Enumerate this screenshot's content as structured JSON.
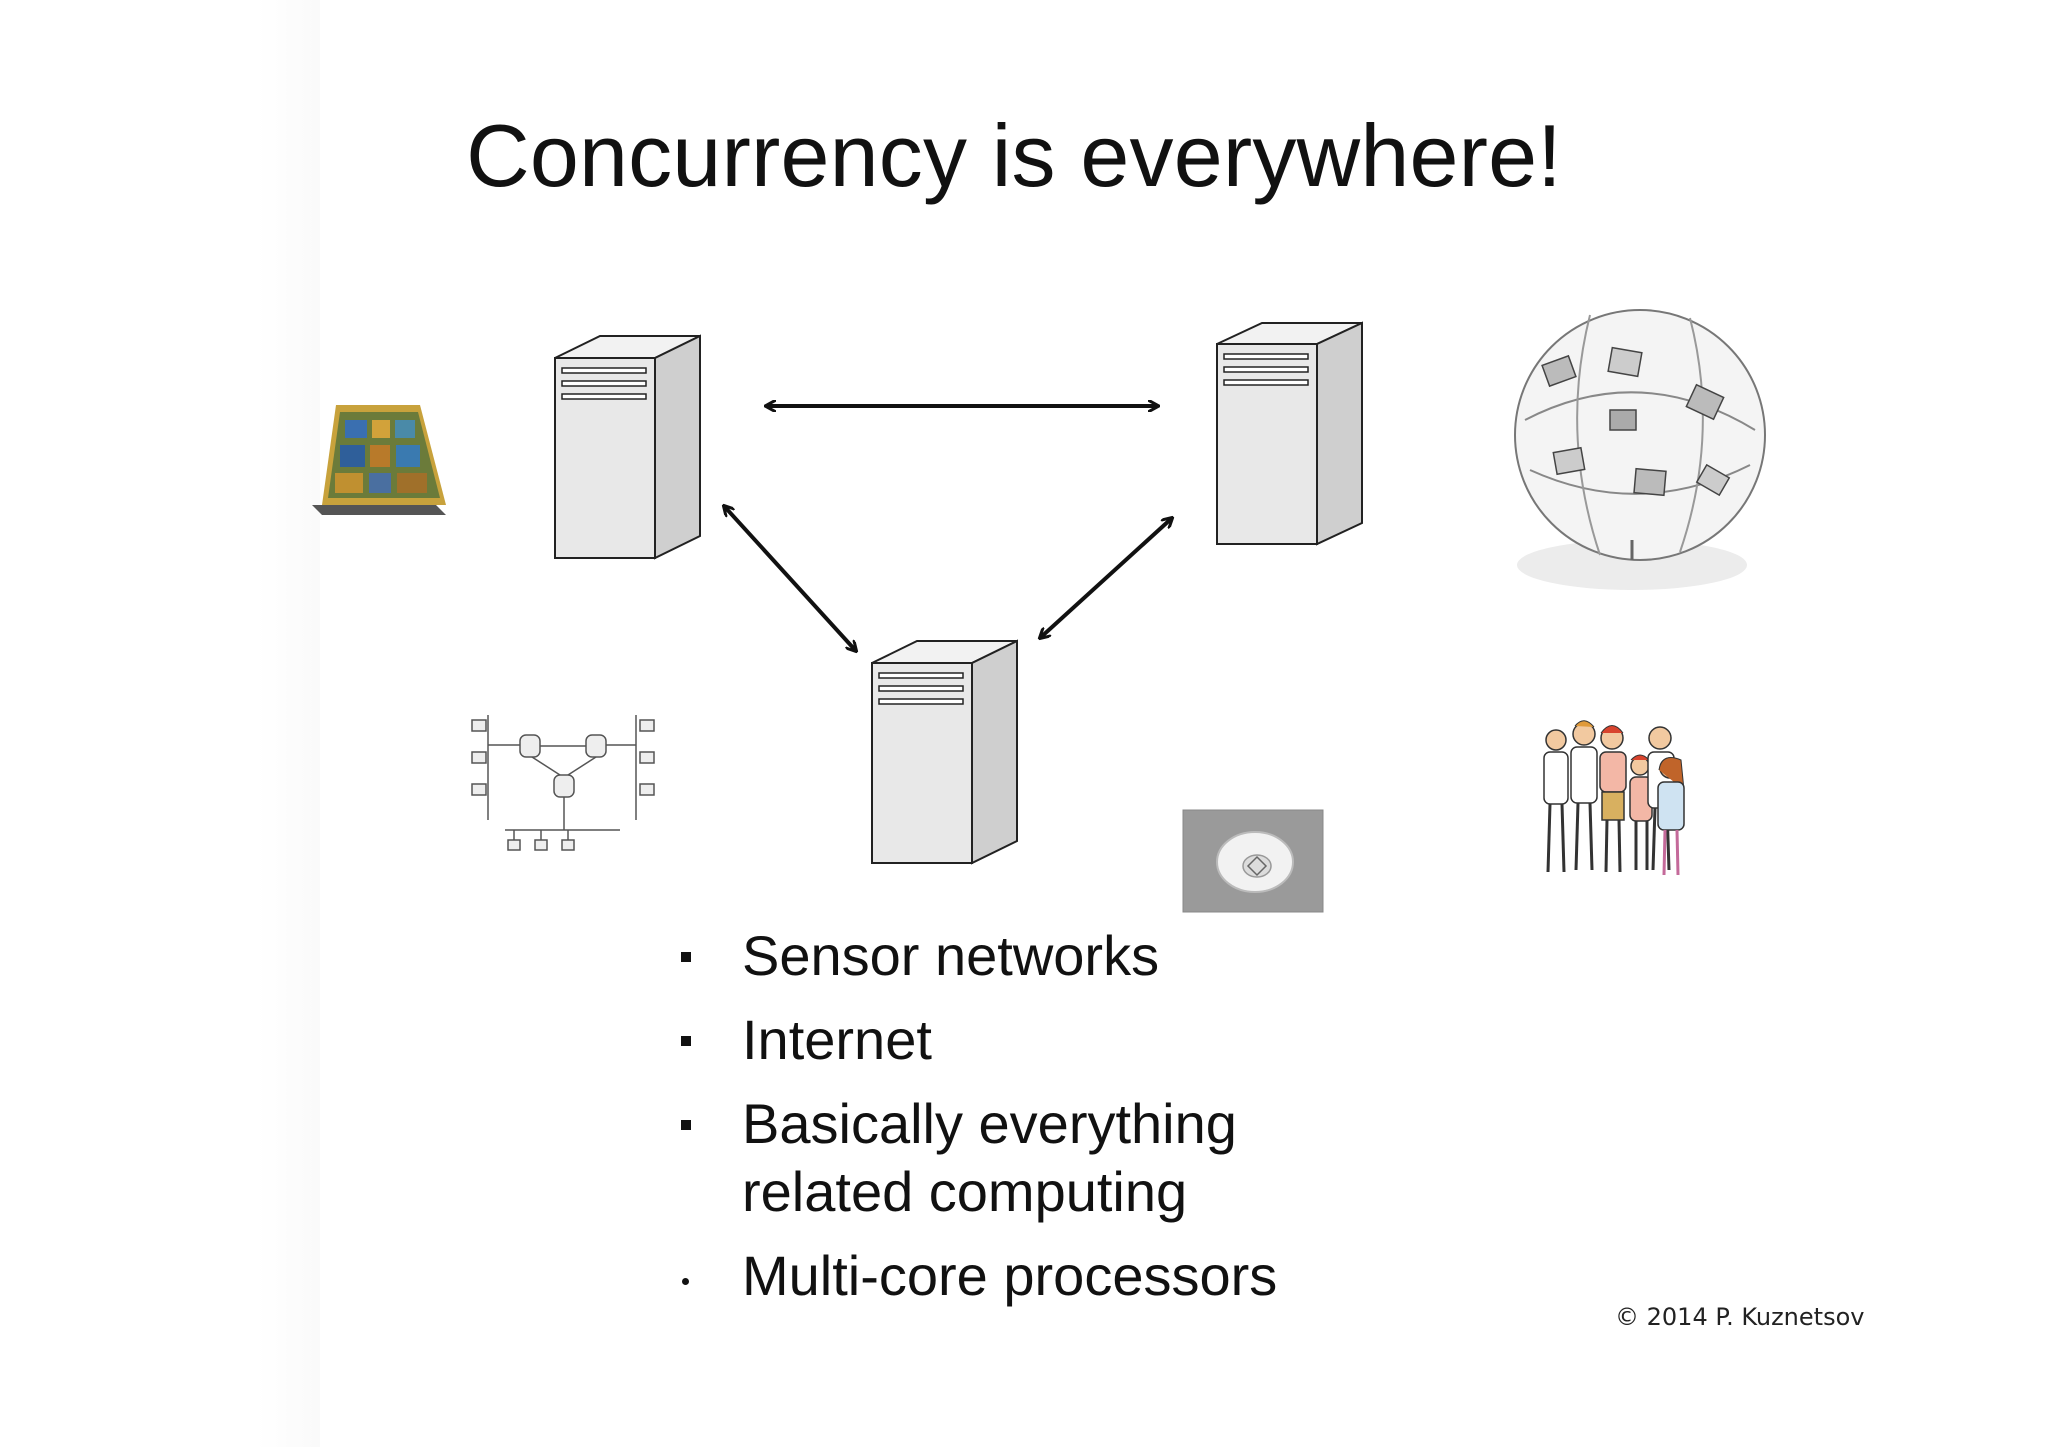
{
  "slide": {
    "title": "Concurrency is everywhere!",
    "bullets": [
      {
        "marker": "square",
        "text": "Sensor networks"
      },
      {
        "marker": "square",
        "text": "Internet"
      },
      {
        "marker": "square",
        "text": "Basically everything related computing"
      },
      {
        "marker": "dot",
        "text": "Multi-core processors"
      }
    ],
    "copyright": "© 2014 P. Kuznetsov"
  },
  "icons": {
    "servers": [
      "server-tower-icon",
      "server-tower-icon",
      "server-tower-icon"
    ],
    "arrows": [
      "double-arrow-icon",
      "double-arrow-icon",
      "double-arrow-icon"
    ],
    "images": [
      "cpu-chip-image",
      "network-globe-sketch-image",
      "network-diagram-image",
      "smoke-detector-image",
      "people-cartoon-image"
    ]
  }
}
